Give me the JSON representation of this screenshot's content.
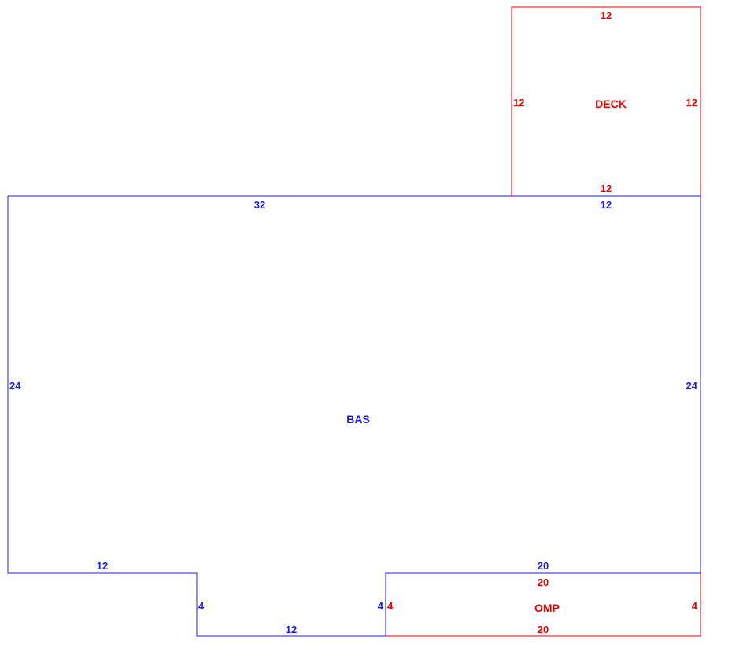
{
  "colors": {
    "bas": "#1a1ae6",
    "overlay": "#e60000"
  },
  "areas": {
    "bas": {
      "name": "BAS",
      "dims": {
        "top_left": "32",
        "top_right": "12",
        "left": "24",
        "right": "24",
        "bottom_left": "12",
        "notch_left": "4",
        "notch_bottom": "12",
        "notch_right": "4",
        "bottom_right": "20"
      }
    },
    "deck": {
      "name": "DECK",
      "dims": {
        "top": "12",
        "left": "12",
        "right": "12",
        "bottom": "12"
      }
    },
    "omp": {
      "name": "OMP",
      "dims": {
        "top": "20",
        "left": "4",
        "right": "4",
        "bottom": "20"
      }
    }
  }
}
